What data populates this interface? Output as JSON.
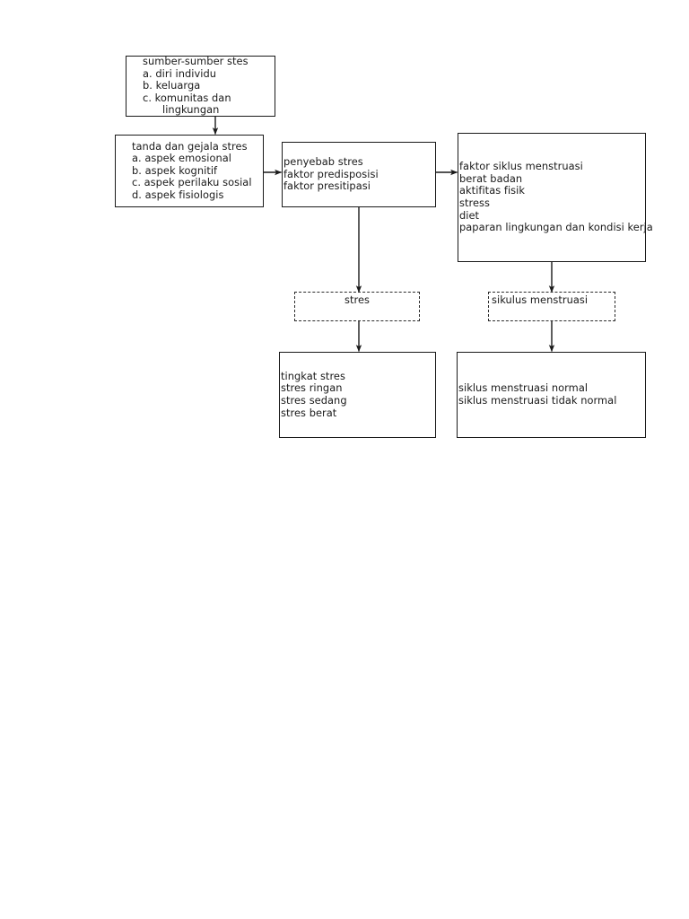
{
  "diagram": {
    "type": "flowchart",
    "orientation": "top-down-left-right",
    "nodes": [
      {
        "id": "sumber-sumber-stes",
        "shape": "rectangle",
        "border": "solid",
        "lines": [
          "sumber-sumber stes",
          "a. diri individu",
          "b. keluarga",
          "c. komunitas dan",
          "lingkungan"
        ]
      },
      {
        "id": "tanda-dan-gejala-stres",
        "shape": "rectangle",
        "border": "solid",
        "lines": [
          "tanda dan gejala stres",
          "a. aspek emosional",
          "b. aspek kognitif",
          "c. aspek perilaku sosial",
          "d. aspek fisiologis"
        ]
      },
      {
        "id": "penyebab-stres",
        "shape": "rectangle",
        "border": "solid",
        "lines": [
          "penyebab stres",
          "faktor predisposisi",
          "faktor presitipasi"
        ]
      },
      {
        "id": "faktor-siklus-menstruasi",
        "shape": "rectangle",
        "border": "solid",
        "lines": [
          "faktor siklus menstruasi",
          "berat badan",
          "aktifitas fisik",
          "stress",
          "diet",
          "paparan lingkungan dan kondisi kerja"
        ]
      },
      {
        "id": "stres",
        "shape": "rectangle",
        "border": "dashed",
        "lines": [
          "stres"
        ]
      },
      {
        "id": "sikulus-menstruasi",
        "shape": "rectangle",
        "border": "dashed",
        "lines": [
          "sikulus menstruasi"
        ]
      },
      {
        "id": "tingkat-stres",
        "shape": "rectangle",
        "border": "solid",
        "lines": [
          "tingkat stres",
          "stres ringan",
          "stres sedang",
          "stres berat"
        ]
      },
      {
        "id": "siklus-menstruasi-hasil",
        "shape": "rectangle",
        "border": "solid",
        "lines": [
          "siklus menstruasi normal",
          "siklus menstruasi tidak normal"
        ]
      }
    ],
    "edges": [
      {
        "from": "sumber-sumber-stes",
        "to": "tanda-dan-gejala-stres",
        "direction": "down"
      },
      {
        "from": "tanda-dan-gejala-stres",
        "to": "penyebab-stres",
        "direction": "right"
      },
      {
        "from": "penyebab-stres",
        "to": "faktor-siklus-menstruasi",
        "direction": "right"
      },
      {
        "from": "penyebab-stres",
        "to": "stres",
        "direction": "down"
      },
      {
        "from": "faktor-siklus-menstruasi",
        "to": "sikulus-menstruasi",
        "direction": "down"
      },
      {
        "from": "stres",
        "to": "tingkat-stres",
        "direction": "down"
      },
      {
        "from": "sikulus-menstruasi",
        "to": "siklus-menstruasi-hasil",
        "direction": "down"
      }
    ],
    "colors": {
      "stroke": "#1a1a1a",
      "background": "#ffffff",
      "text": "#1a1a1a"
    }
  }
}
